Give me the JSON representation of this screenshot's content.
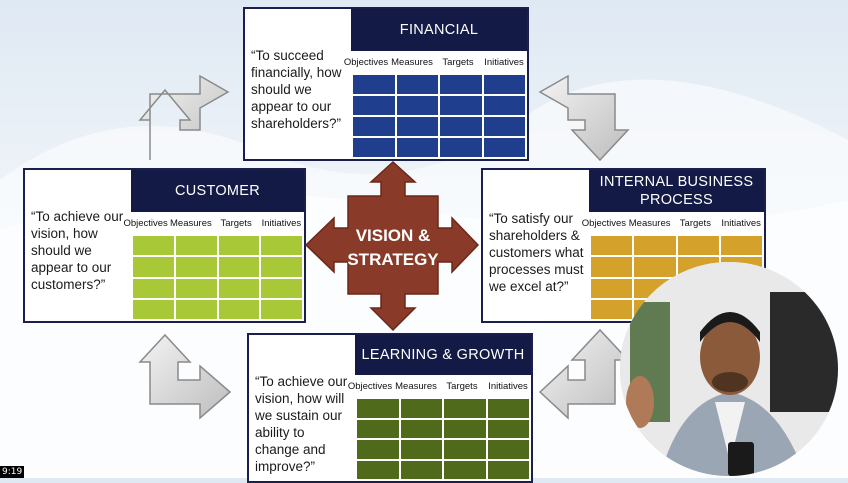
{
  "center": {
    "line1": "VISION &",
    "line2": "STRATEGY"
  },
  "columns": [
    "Objectives",
    "Measures",
    "Targets",
    "Initiatives"
  ],
  "financial": {
    "title": "FINANCIAL",
    "quote": "“To succeed financially, how should we appear to our shareholders?”",
    "color": "#1f3f8e"
  },
  "customer": {
    "title": "CUSTOMER",
    "quote": "“To achieve our vision, how should we appear to our customers?”",
    "color": "#a8c838"
  },
  "internal": {
    "title": "INTERNAL BUSINESS PROCESS",
    "quote": "“To satisfy our shareholders & customers what processes must we excel at?”",
    "color": "#d4a22a"
  },
  "learning": {
    "title": "LEARNING & GROWTH",
    "quote": "“To achieve our vision, how will we sustain our ability to change and improve?”",
    "color": "#4e6a1a"
  },
  "center_color": "#8a3a28",
  "video_timestamp": "9:19"
}
